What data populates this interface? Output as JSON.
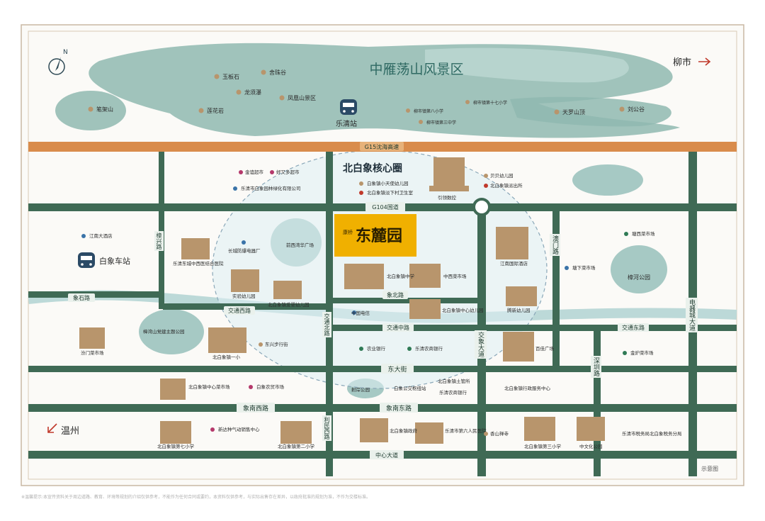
{
  "project": {
    "brand": "康桥",
    "name": "东麓园"
  },
  "core_circle_label": "北白象核心圈",
  "scenic_area": "中雁荡山风景区",
  "directions": {
    "liushi": "柳市",
    "wenzhou": "温州"
  },
  "legend_note": "示意图",
  "disclaimer": "※温馨提示:本宣传资料关于周边道路、教育、环境等规划的介绍仅供参考，不能作为任何合同或要约，本资料仅供参考，与实际出售存在差异，以政府批准的规划为准，不作为交楼标准。",
  "roads": {
    "g15": "G15沈海高速",
    "g104": "G104国道",
    "xiangshi": "象石路",
    "jiaoxi": "交通西路",
    "jiaobei": "交通北路",
    "jiaozhong": "交通中路",
    "jiaodong": "交通东路",
    "xiangbei": "象北路",
    "dongda": "东大街",
    "xiangnanxi": "象南西路",
    "xiangnandong": "象南东路",
    "zhongxin": "中心大道",
    "lixi": "利民西路",
    "jiaoda": "交象大道",
    "shenzhen": "深圳路",
    "aomen": "澳门路",
    "dianqicheng": "电器城大道",
    "zhangxing": "樟兴路"
  },
  "stations": {
    "leqing": "乐清站",
    "baixiang": "白象车站"
  },
  "mountain_pois": [
    "玉板石",
    "舍珠谷",
    "龙须瀑",
    "凤凰山景区",
    "莲花岩",
    "笔架山",
    "天罗山顶",
    "刘公谷"
  ],
  "school_pois_north": [
    "柳市镇第八小学",
    "柳市镇第十七小学",
    "柳市镇第三中学"
  ],
  "pois": {
    "jinyin": "金谊超市",
    "haoyou": "好又多超市",
    "yuanlin": "乐清市白象园林绿化有限公司",
    "xiaotianshi": "白象镇小天使幼儿园",
    "weisheng": "北白象镇淡下村卫生室",
    "beibei": "贝贝幼儿园",
    "paichusuo": "北白象镇派出所",
    "yinling": "引领数控",
    "jiangnan_hotel": "江南大酒店",
    "changcheng": "长城防爆电器厂",
    "qianxiyuan": "前西湾华广场",
    "nanyuan": "乐清东城中西医结合医院",
    "kindergarten_a": "实验幼儿园",
    "kindergarten_b": "北白象镇爱婴幼儿园",
    "middle_school": "北白象镇中学",
    "zhongxi_market": "中西菜市场",
    "jiangnan_intl": "江南国际酒店",
    "tengxin": "腾新幼儿园",
    "china_telecom": "中国电信",
    "kindergarten_c": "北白象镇中心幼儿园",
    "zhangwan_park": "樟湾山党建主题公园",
    "menmen_market": "汾门菜市场",
    "primary_one": "北白象镇一小",
    "dongxing": "东兴步行街",
    "agri_bank": "农业银行",
    "rural_bank": "乐清农商银行",
    "commerce": "百佳广场",
    "zhongxiao_market": "北白象镇中心菜市场",
    "farm_market": "白象农贸市场",
    "shangan_park": "射岸公园",
    "white_office": "白象公交枢纽站",
    "land_office": "北白象镇土管所",
    "rural_bank_2": "乐清农商银行",
    "admin_center": "北白象镇行政服务中心",
    "xinda": "新达种气动销售中心",
    "primary_seven": "北白象镇第七小学",
    "primary_two": "北白象镇第二小学",
    "gov": "北白象镇政府",
    "hospital": "乐清市第六人民医院",
    "xiangshan_temple": "香山禅寺",
    "primary_three": "北白象镇第三小学",
    "central_park": "中文化公园",
    "tax_bureau": "乐清市税务局北白象税务分局",
    "tangxi_market": "塘西菜市场",
    "tangxia_market": "塘下菜市场",
    "jinlu_market": "金炉菜市场",
    "zhanghe_park": "樟河公园"
  },
  "colors": {
    "road": "#3f6a55",
    "highway": "#d98c4c",
    "water": "#bcd9d8",
    "mountain": "#8fb8b0",
    "building": "#b8956c",
    "project": "#f0b000"
  }
}
